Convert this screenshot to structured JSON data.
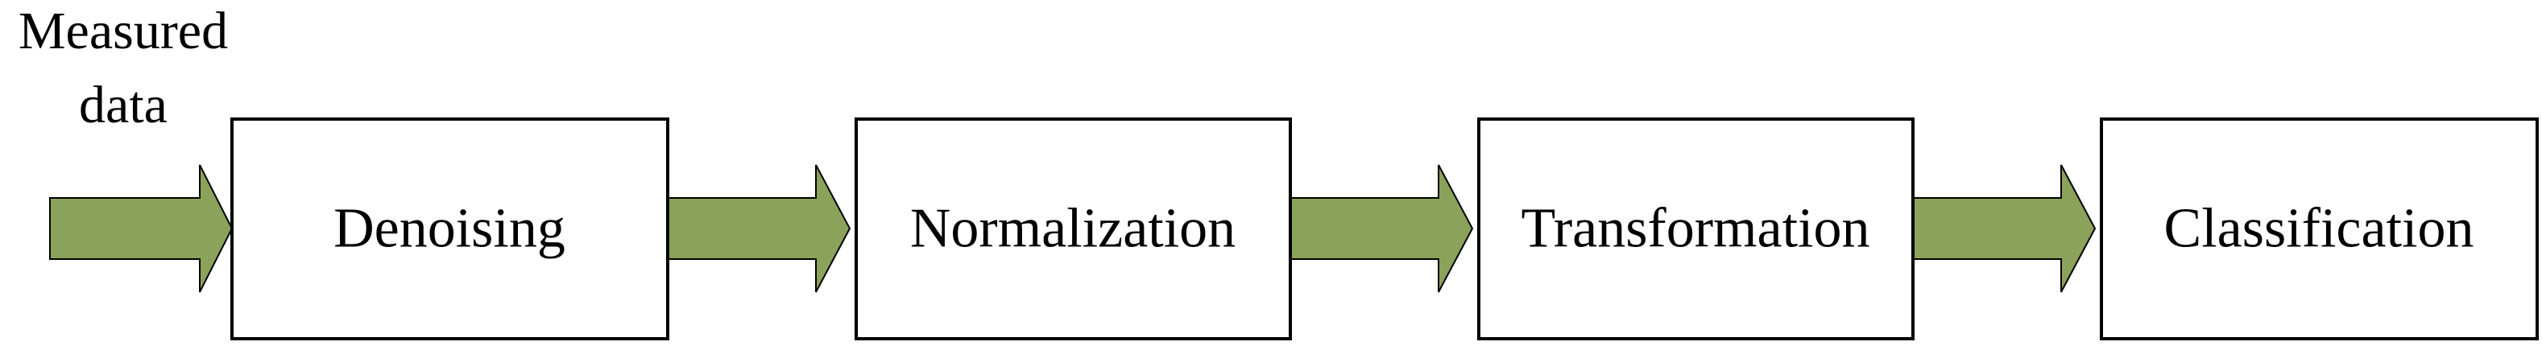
{
  "input": {
    "label_line1": "Measured",
    "label_line2": "data"
  },
  "stages": [
    {
      "label": "Denoising"
    },
    {
      "label": "Normalization"
    },
    {
      "label": "Transformation"
    },
    {
      "label": "Classification"
    }
  ],
  "colors": {
    "arrow_fill": "#8ba25a",
    "box_stroke": "#000000",
    "box_fill": "#ffffff"
  }
}
